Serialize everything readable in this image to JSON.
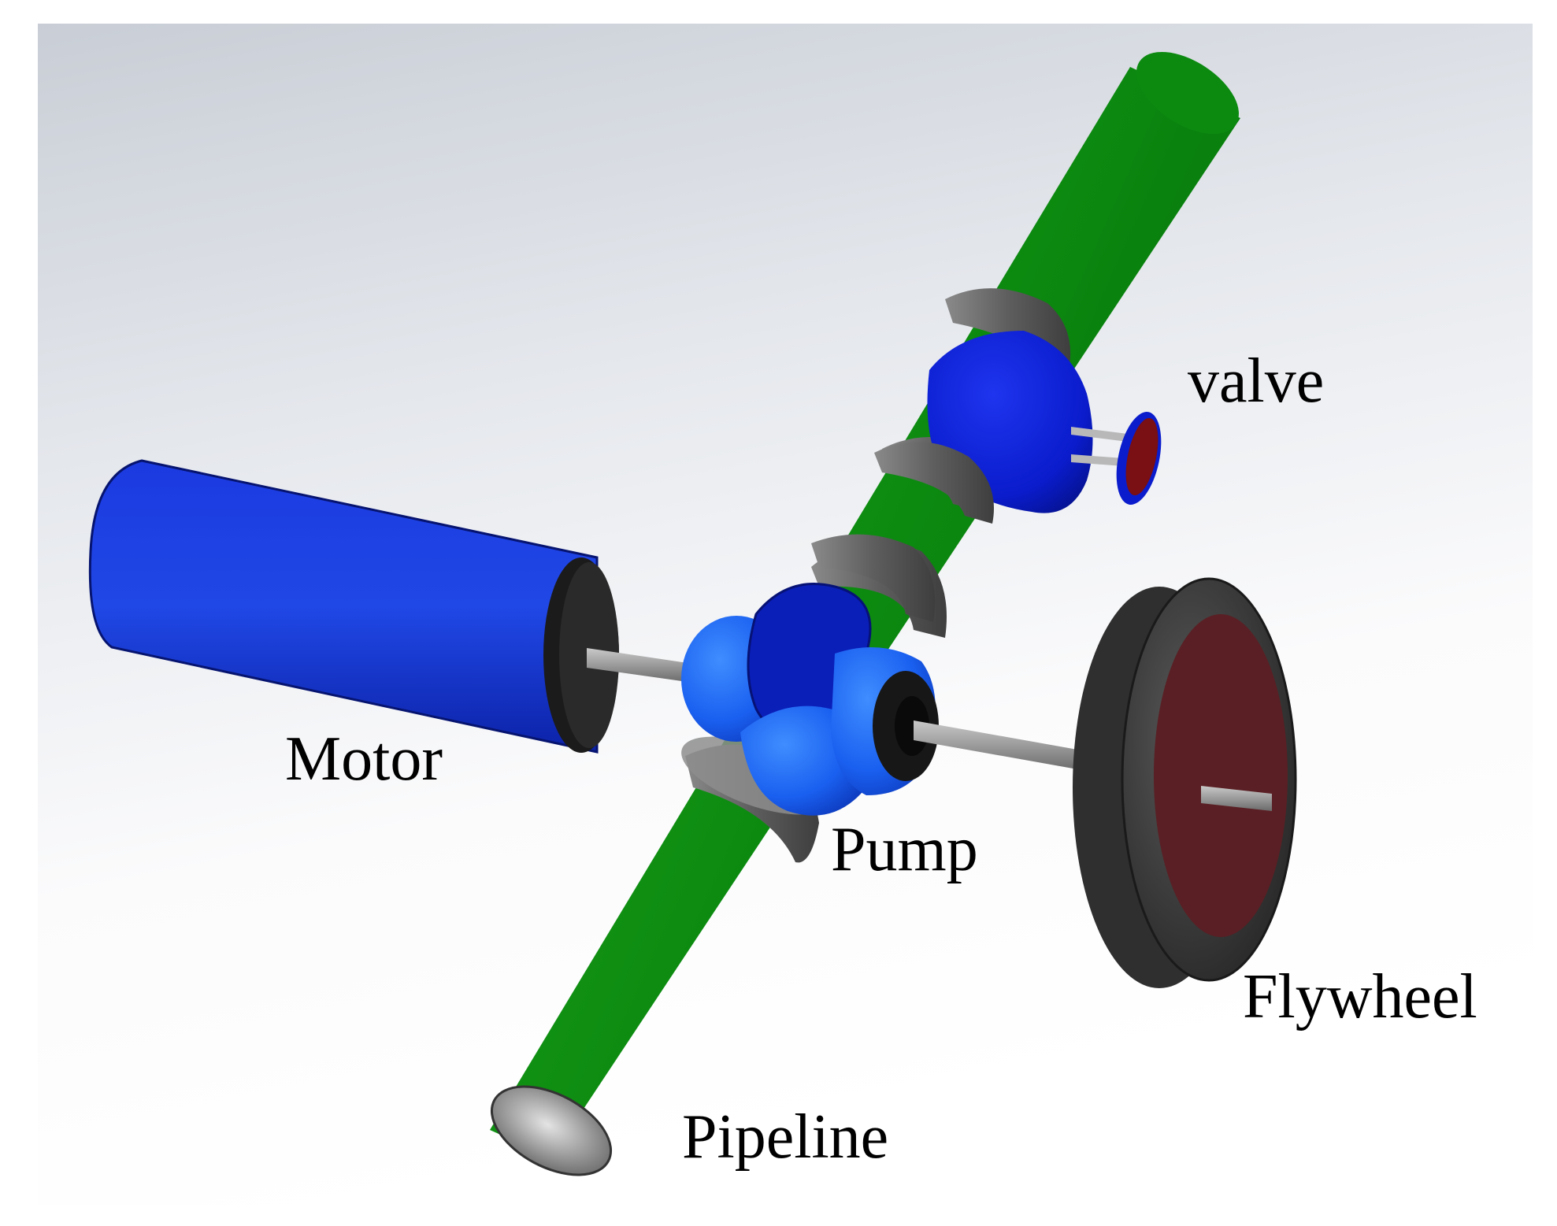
{
  "labels": {
    "valve": "valve",
    "motor": "Motor",
    "pump": "Pump",
    "flywheel": "Flywheel",
    "pipeline": "Pipeline"
  },
  "colors": {
    "pipe_green": "#0b8a10",
    "motor_blue": "#1233d6",
    "pump_blue": "#1a6aff",
    "valve_blue": "#0a1ccc",
    "flange_gray": "#6f6f6f",
    "shaft_gray": "#9a9a9a",
    "flywheel_rim": "#3c3c3c",
    "flywheel_face": "#5a1f24",
    "valve_handwheel": "#7a0f14"
  }
}
